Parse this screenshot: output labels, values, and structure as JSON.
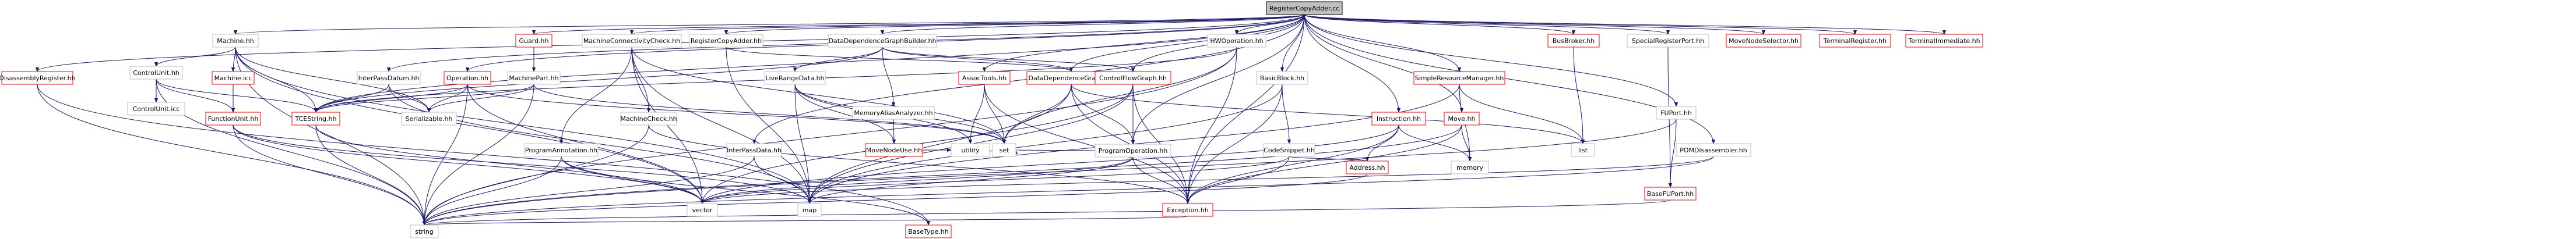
{
  "graph": {
    "root": "RegisterCopyAdder.cc",
    "nodes": [
      {
        "id": "root",
        "label": "RegisterCopyAdder.cc",
        "kind": "root"
      },
      {
        "id": "disassemblyregister",
        "label": "DisassemblyRegister.hh",
        "kind": "missing"
      },
      {
        "id": "machine",
        "label": "Machine.hh",
        "kind": "normal"
      },
      {
        "id": "controlunit_hh",
        "label": "ControlUnit.hh",
        "kind": "normal"
      },
      {
        "id": "controlunit_icc",
        "label": "ControlUnit.icc",
        "kind": "normal"
      },
      {
        "id": "machine_icc",
        "label": "Machine.icc",
        "kind": "missing"
      },
      {
        "id": "functionunit",
        "label": "FunctionUnit.hh",
        "kind": "missing"
      },
      {
        "id": "tcestring",
        "label": "TCEString.hh",
        "kind": "missing"
      },
      {
        "id": "interpassdatum",
        "label": "InterPassDatum.hh",
        "kind": "normal"
      },
      {
        "id": "serializable",
        "label": "Serializable.hh",
        "kind": "normal"
      },
      {
        "id": "operation",
        "label": "Operation.hh",
        "kind": "missing"
      },
      {
        "id": "guard",
        "label": "Guard.hh",
        "kind": "missing"
      },
      {
        "id": "machinepart",
        "label": "MachinePart.hh",
        "kind": "normal"
      },
      {
        "id": "machineconnectivitycheck",
        "label": "MachineConnectivityCheck.hh",
        "kind": "normal"
      },
      {
        "id": "programannotation",
        "label": "ProgramAnnotation.hh",
        "kind": "normal"
      },
      {
        "id": "machinecheck",
        "label": "MachineCheck.hh",
        "kind": "normal"
      },
      {
        "id": "registercopyadder",
        "label": "RegisterCopyAdder.hh",
        "kind": "normal"
      },
      {
        "id": "interpassdata",
        "label": "InterPassData.hh",
        "kind": "normal"
      },
      {
        "id": "liverangedata",
        "label": "LiveRangeData.hh",
        "kind": "normal"
      },
      {
        "id": "ddgbuilder",
        "label": "DataDependenceGraphBuilder.hh",
        "kind": "normal"
      },
      {
        "id": "memoryaliasanalyzer",
        "label": "MemoryAliasAnalyzer.hh",
        "kind": "normal"
      },
      {
        "id": "movenodeuse",
        "label": "MoveNodeUse.hh",
        "kind": "missing"
      },
      {
        "id": "utility",
        "label": "utility",
        "kind": "external"
      },
      {
        "id": "assoctools",
        "label": "AssocTools.hh",
        "kind": "missing"
      },
      {
        "id": "ddg",
        "label": "DataDependenceGraph.hh",
        "kind": "missing"
      },
      {
        "id": "set",
        "label": "set",
        "kind": "external"
      },
      {
        "id": "controlflowgraph",
        "label": "ControlFlowGraph.hh",
        "kind": "missing"
      },
      {
        "id": "programoperation",
        "label": "ProgramOperation.hh",
        "kind": "normal"
      },
      {
        "id": "hwoperation",
        "label": "HWOperation.hh",
        "kind": "normal"
      },
      {
        "id": "basicblock",
        "label": "BasicBlock.hh",
        "kind": "normal"
      },
      {
        "id": "codesnippet",
        "label": "CodeSnippet.hh",
        "kind": "normal"
      },
      {
        "id": "exception",
        "label": "Exception.hh",
        "kind": "missing"
      },
      {
        "id": "instruction",
        "label": "Instruction.hh",
        "kind": "missing"
      },
      {
        "id": "address",
        "label": "Address.hh",
        "kind": "missing"
      },
      {
        "id": "simpleresourcemanager",
        "label": "SimpleResourceManager.hh",
        "kind": "missing"
      },
      {
        "id": "move",
        "label": "Move.hh",
        "kind": "missing"
      },
      {
        "id": "busbroker",
        "label": "BusBroker.hh",
        "kind": "missing"
      },
      {
        "id": "list",
        "label": "list",
        "kind": "external"
      },
      {
        "id": "memory",
        "label": "memory",
        "kind": "external"
      },
      {
        "id": "specialregisterport",
        "label": "SpecialRegisterPort.hh",
        "kind": "normal"
      },
      {
        "id": "fuport",
        "label": "FUPort.hh",
        "kind": "normal"
      },
      {
        "id": "pomdisassembler",
        "label": "POMDisassembler.hh",
        "kind": "normal"
      },
      {
        "id": "basefuport",
        "label": "BaseFUPort.hh",
        "kind": "missing"
      },
      {
        "id": "movenodeselector",
        "label": "MoveNodeSelector.hh",
        "kind": "missing"
      },
      {
        "id": "terminalregister",
        "label": "TerminalRegister.hh",
        "kind": "missing"
      },
      {
        "id": "terminalimmediate",
        "label": "TerminalImmediate.hh",
        "kind": "missing"
      },
      {
        "id": "vector",
        "label": "vector",
        "kind": "external"
      },
      {
        "id": "map",
        "label": "map",
        "kind": "external"
      },
      {
        "id": "string",
        "label": "string",
        "kind": "external"
      },
      {
        "id": "basetype",
        "label": "BaseType.hh",
        "kind": "missing"
      }
    ],
    "edges": [
      [
        "root",
        "disassemblyregister"
      ],
      [
        "root",
        "machine"
      ],
      [
        "root",
        "tcestring"
      ],
      [
        "root",
        "interpassdatum"
      ],
      [
        "root",
        "operation"
      ],
      [
        "root",
        "guard"
      ],
      [
        "root",
        "machineconnectivitycheck"
      ],
      [
        "root",
        "registercopyadder"
      ],
      [
        "root",
        "interpassdata"
      ],
      [
        "root",
        "ddgbuilder"
      ],
      [
        "root",
        "assoctools"
      ],
      [
        "root",
        "ddg"
      ],
      [
        "root",
        "programoperation"
      ],
      [
        "root",
        "hwoperation"
      ],
      [
        "root",
        "basicblock"
      ],
      [
        "root",
        "instruction"
      ],
      [
        "root",
        "simpleresourcemanager"
      ],
      [
        "root",
        "move"
      ],
      [
        "root",
        "busbroker"
      ],
      [
        "root",
        "specialregisterport"
      ],
      [
        "root",
        "fuport"
      ],
      [
        "root",
        "pomdisassembler"
      ],
      [
        "root",
        "movenodeselector"
      ],
      [
        "root",
        "terminalregister"
      ],
      [
        "root",
        "terminalimmediate"
      ],
      [
        "root",
        "exception"
      ],
      [
        "root",
        "controlflowgraph"
      ],
      [
        "disassemblyregister",
        "string"
      ],
      [
        "disassemblyregister",
        "basetype"
      ],
      [
        "machine",
        "controlunit_hh"
      ],
      [
        "machine",
        "machine_icc"
      ],
      [
        "machine",
        "tcestring"
      ],
      [
        "machine",
        "serializable"
      ],
      [
        "machine",
        "vector"
      ],
      [
        "machine",
        "map"
      ],
      [
        "machine",
        "string"
      ],
      [
        "controlunit_hh",
        "controlunit_icc"
      ],
      [
        "controlunit_hh",
        "functionunit"
      ],
      [
        "controlunit_hh",
        "tcestring"
      ],
      [
        "controlunit_hh",
        "string"
      ],
      [
        "machine_icc",
        "functionunit"
      ],
      [
        "functionunit",
        "vector"
      ],
      [
        "functionunit",
        "string"
      ],
      [
        "functionunit",
        "map"
      ],
      [
        "tcestring",
        "string"
      ],
      [
        "tcestring",
        "vector"
      ],
      [
        "interpassdatum",
        "tcestring"
      ],
      [
        "interpassdatum",
        "serializable"
      ],
      [
        "interpassdatum",
        "map"
      ],
      [
        "operation",
        "serializable"
      ],
      [
        "operation",
        "tcestring"
      ],
      [
        "operation",
        "string"
      ],
      [
        "operation",
        "vector"
      ],
      [
        "operation",
        "set"
      ],
      [
        "guard",
        "machinepart"
      ],
      [
        "machinepart",
        "tcestring"
      ],
      [
        "machinepart",
        "serializable"
      ],
      [
        "machinepart",
        "set"
      ],
      [
        "machinepart",
        "string"
      ],
      [
        "machineconnectivitycheck",
        "machinecheck"
      ],
      [
        "machineconnectivitycheck",
        "programannotation"
      ],
      [
        "machineconnectivitycheck",
        "vector"
      ],
      [
        "machineconnectivitycheck",
        "map"
      ],
      [
        "machineconnectivitycheck",
        "set"
      ],
      [
        "programannotation",
        "string"
      ],
      [
        "programannotation",
        "basetype"
      ],
      [
        "programannotation",
        "vector"
      ],
      [
        "machinecheck",
        "exception"
      ],
      [
        "machinecheck",
        "string"
      ],
      [
        "registercopyadder",
        "map"
      ],
      [
        "registercopyadder",
        "ddg"
      ],
      [
        "interpassdata",
        "map"
      ],
      [
        "interpassdata",
        "string"
      ],
      [
        "ddgbuilder",
        "liverangedata"
      ],
      [
        "ddgbuilder",
        "memoryaliasanalyzer"
      ],
      [
        "ddgbuilder",
        "ddg"
      ],
      [
        "ddgbuilder",
        "controlflowgraph"
      ],
      [
        "ddgbuilder",
        "tcestring"
      ],
      [
        "liverangedata",
        "movenodeuse"
      ],
      [
        "liverangedata",
        "utility"
      ],
      [
        "liverangedata",
        "map"
      ],
      [
        "liverangedata",
        "set"
      ],
      [
        "memoryaliasanalyzer",
        "movenodeuse"
      ],
      [
        "movenodeuse",
        "utility"
      ],
      [
        "assoctools",
        "set"
      ],
      [
        "assoctools",
        "utility"
      ],
      [
        "assoctools",
        "exception"
      ],
      [
        "ddg",
        "set"
      ],
      [
        "ddg",
        "map"
      ],
      [
        "ddg",
        "exception"
      ],
      [
        "ddg",
        "programoperation"
      ],
      [
        "ddg",
        "list"
      ],
      [
        "controlflowgraph",
        "programoperation"
      ],
      [
        "controlflowgraph",
        "map"
      ],
      [
        "controlflowgraph",
        "vector"
      ],
      [
        "controlflowgraph",
        "exception"
      ],
      [
        "programoperation",
        "exception"
      ],
      [
        "programoperation",
        "vector"
      ],
      [
        "programoperation",
        "map"
      ],
      [
        "programoperation",
        "set"
      ],
      [
        "hwoperation",
        "exception"
      ],
      [
        "hwoperation",
        "tcestring"
      ],
      [
        "hwoperation",
        "set"
      ],
      [
        "hwoperation",
        "string"
      ],
      [
        "basicblock",
        "codesnippet"
      ],
      [
        "basicblock",
        "exception"
      ],
      [
        "basicblock",
        "map"
      ],
      [
        "codesnippet",
        "exception"
      ],
      [
        "codesnippet",
        "vector"
      ],
      [
        "codesnippet",
        "address"
      ],
      [
        "instruction",
        "address"
      ],
      [
        "instruction",
        "exception"
      ],
      [
        "instruction",
        "vector"
      ],
      [
        "instruction",
        "memory"
      ],
      [
        "simpleresourcemanager",
        "list"
      ],
      [
        "simpleresourcemanager",
        "map"
      ],
      [
        "simpleresourcemanager",
        "memory"
      ],
      [
        "move",
        "exception"
      ],
      [
        "move",
        "memory"
      ],
      [
        "move",
        "string"
      ],
      [
        "busbroker",
        "list"
      ],
      [
        "specialregisterport",
        "basefuport"
      ],
      [
        "fuport",
        "basefuport"
      ],
      [
        "fuport",
        "string"
      ],
      [
        "pomdisassembler",
        "string"
      ],
      [
        "pomdisassembler",
        "vector"
      ],
      [
        "address",
        "string"
      ],
      [
        "exception",
        "string"
      ],
      [
        "basefuport",
        "string"
      ]
    ]
  }
}
